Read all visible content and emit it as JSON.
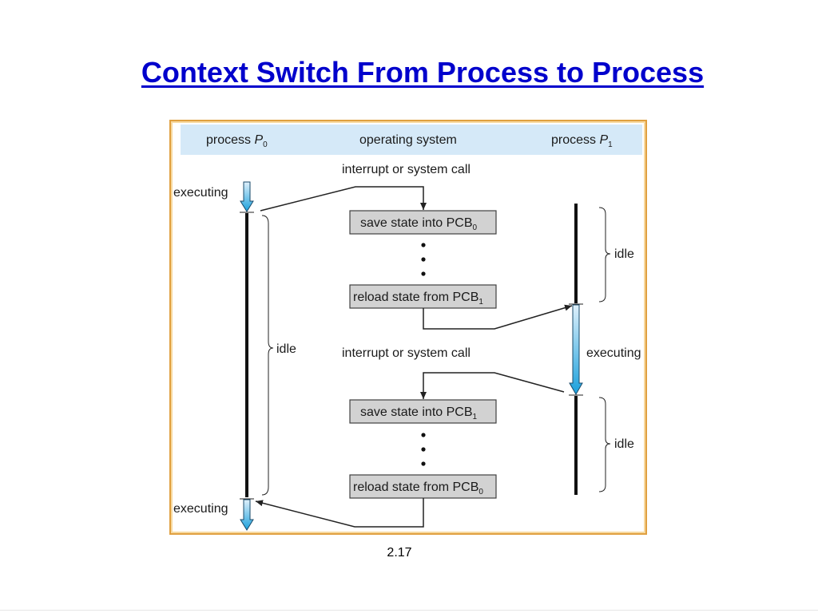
{
  "slide": {
    "title": "Context Switch From Process to Process",
    "page_number": "2.17"
  },
  "diagram": {
    "headers": {
      "process_p0": "process ",
      "p0_letter": "P",
      "p0_sub": "0",
      "operating_system": "operating system",
      "process_p1": "process ",
      "p1_letter": "P",
      "p1_sub": "1"
    },
    "labels": {
      "interrupt_top": "interrupt or system call",
      "interrupt_mid": "interrupt or system call",
      "p0_executing_top": "executing",
      "p0_idle": "idle",
      "p0_executing_bottom": "executing",
      "p1_idle_top": "idle",
      "p1_executing": "executing",
      "p1_idle_bottom": "idle"
    },
    "boxes": [
      {
        "text": "save state into PCB",
        "sub": "0"
      },
      {
        "text": "reload state from PCB",
        "sub": "1"
      },
      {
        "text": "save state into PCB",
        "sub": "1"
      },
      {
        "text": "reload state from PCB",
        "sub": "0"
      }
    ],
    "colors": {
      "header_band": "#d5e9f8",
      "arrow_gradient_top": "#dff0fb",
      "arrow_gradient_bottom": "#1aa0dc",
      "frame_border": "#e0a040"
    }
  }
}
